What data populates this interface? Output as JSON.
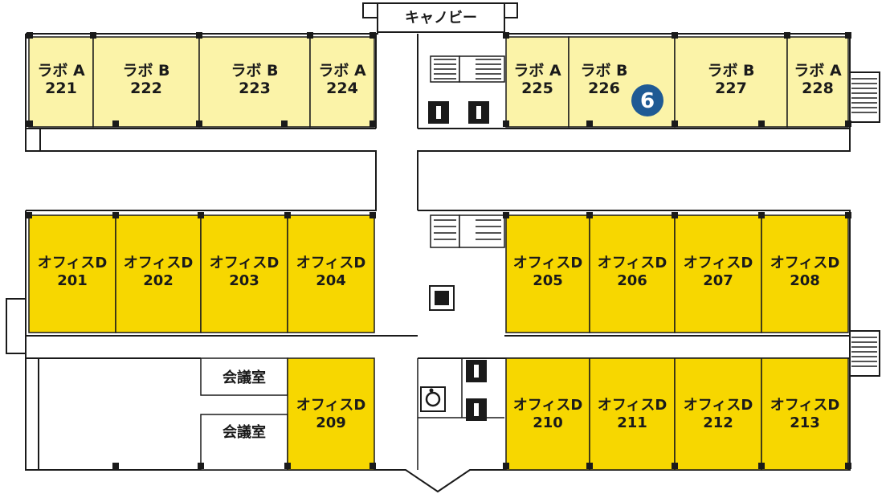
{
  "map": {
    "lobby_label": "キャノビー",
    "badge_number": "6",
    "colors": {
      "lab": "#FBF3A8",
      "office": "#F7D700",
      "wall": "#1a1a1a",
      "badge": "#1f5a94"
    },
    "labs": [
      {
        "type": "ラボ A",
        "number": "221"
      },
      {
        "type": "ラボ B",
        "number": "222"
      },
      {
        "type": "ラボ B",
        "number": "223"
      },
      {
        "type": "ラボ A",
        "number": "224"
      },
      {
        "type": "ラボ A",
        "number": "225"
      },
      {
        "type": "ラボ B",
        "number": "226"
      },
      {
        "type": "ラボ B",
        "number": "227"
      },
      {
        "type": "ラボ A",
        "number": "228"
      }
    ],
    "offices_top": [
      {
        "type": "オフィスD",
        "number": "201"
      },
      {
        "type": "オフィスD",
        "number": "202"
      },
      {
        "type": "オフィスD",
        "number": "203"
      },
      {
        "type": "オフィスD",
        "number": "204"
      },
      {
        "type": "オフィスD",
        "number": "205"
      },
      {
        "type": "オフィスD",
        "number": "206"
      },
      {
        "type": "オフィスD",
        "number": "207"
      },
      {
        "type": "オフィスD",
        "number": "208"
      }
    ],
    "offices_bottom": [
      {
        "type": "オフィスD",
        "number": "209"
      },
      {
        "type": "オフィスD",
        "number": "210"
      },
      {
        "type": "オフィスD",
        "number": "211"
      },
      {
        "type": "オフィスD",
        "number": "212"
      },
      {
        "type": "オフィスD",
        "number": "213"
      }
    ],
    "meeting_rooms": [
      "会議室",
      "会議室"
    ],
    "icons": [
      "male-restroom-icon",
      "female-restroom-icon",
      "elevator-icon",
      "wheelchair-icon",
      "stairs-icon"
    ]
  }
}
